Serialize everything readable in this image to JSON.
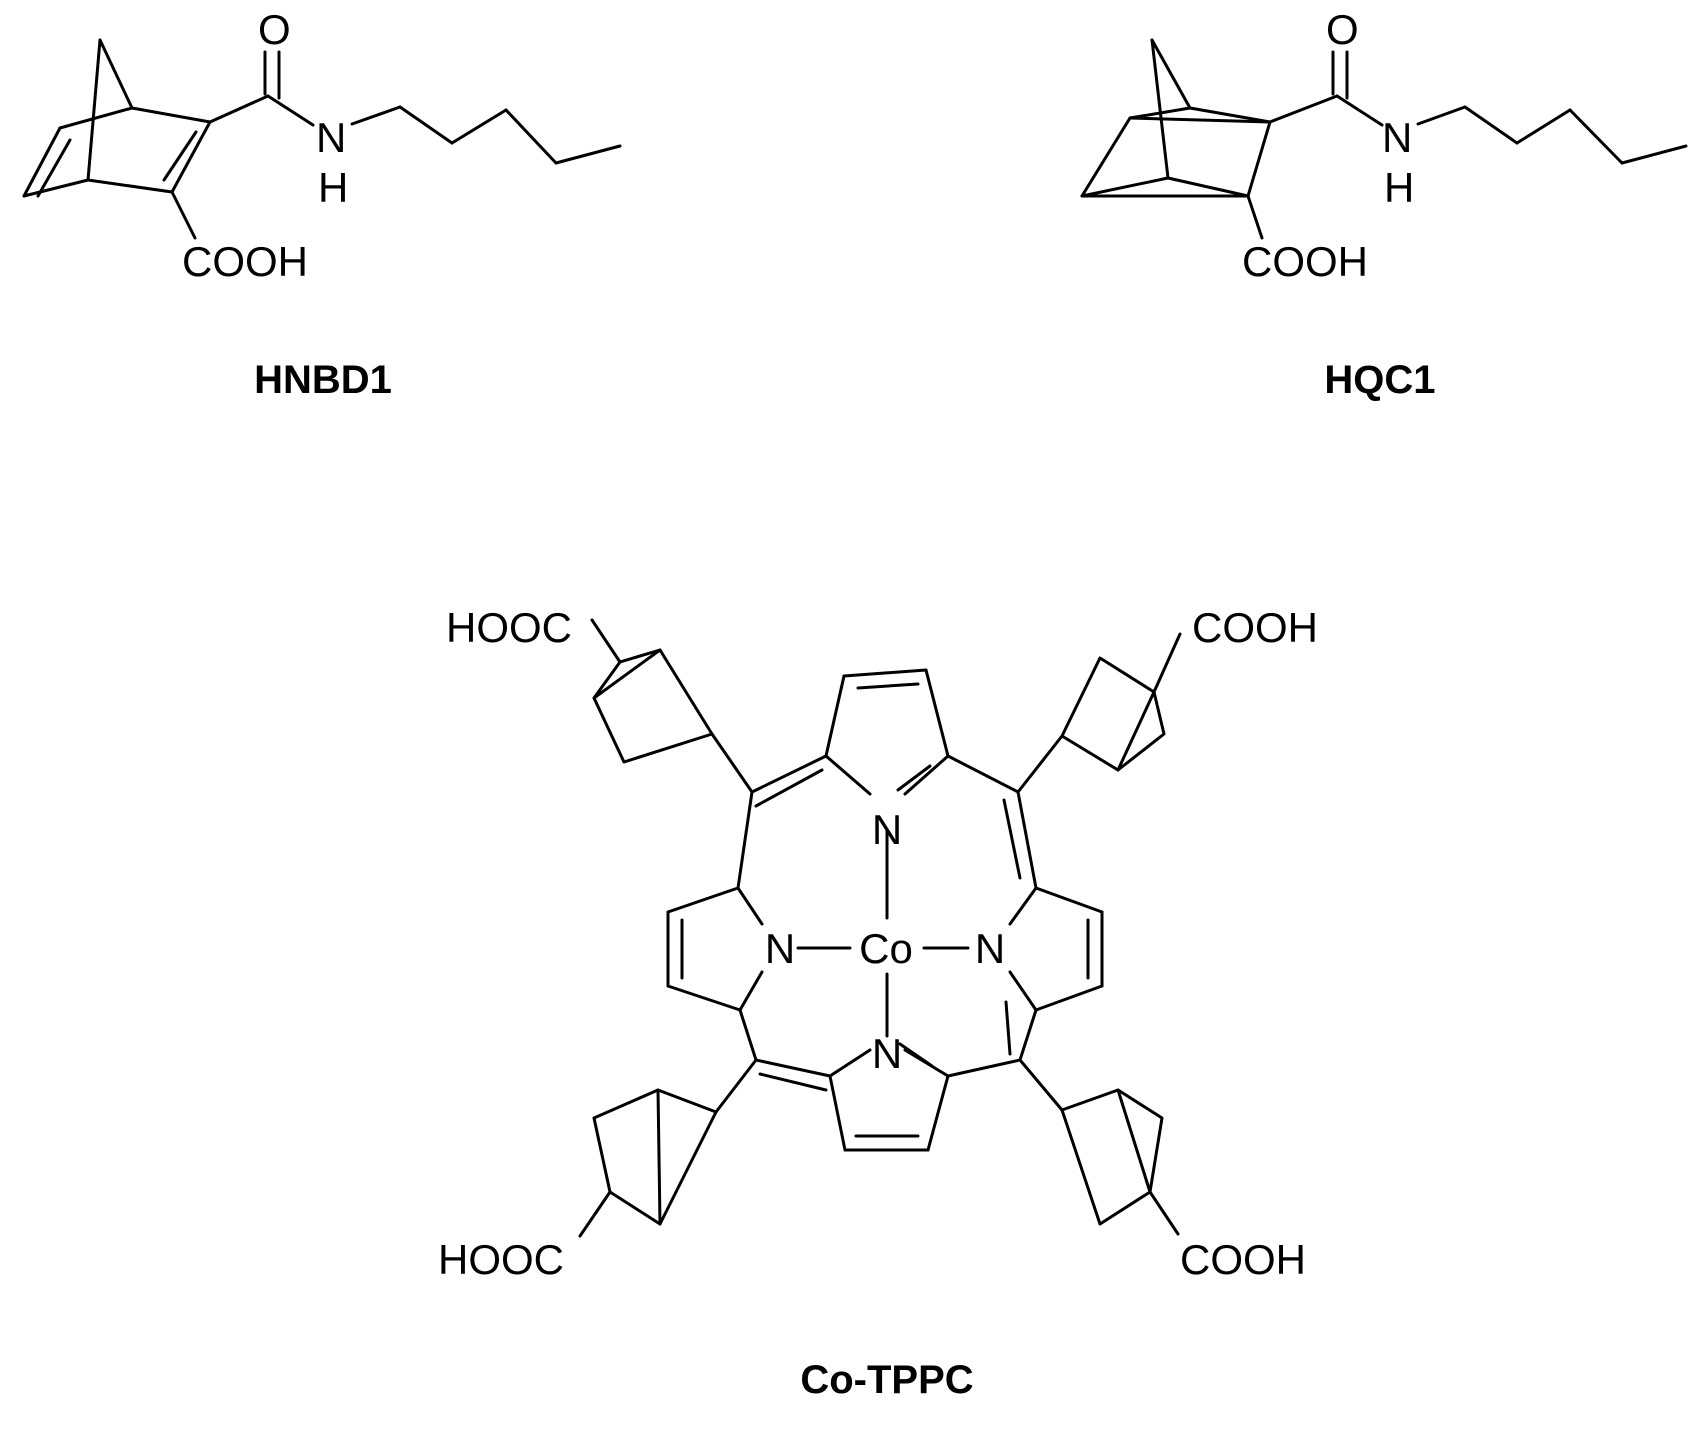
{
  "hnbd1": {
    "caption": "HNBD1",
    "atoms": {
      "O": "O",
      "N": "N",
      "H": "H",
      "acid": "COOH"
    }
  },
  "hqc1": {
    "caption": "HQC1",
    "atoms": {
      "O": "O",
      "N": "N",
      "H": "H",
      "acid": "COOH"
    }
  },
  "cotppc": {
    "caption": "Co-TPPC",
    "metal": "Co",
    "nitrogen": "N",
    "acid_right": "COOH",
    "acid_left": "HOOC"
  },
  "colors": {
    "ink": "#000000",
    "background": "#ffffff"
  }
}
